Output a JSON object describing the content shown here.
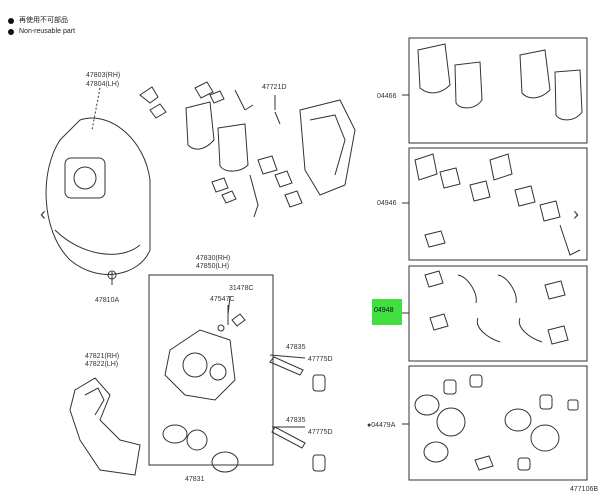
{
  "legend": {
    "item1": "再使用不可部品",
    "item2": "Non-reusable part"
  },
  "nav": {
    "prev_icon": "chevron-left-icon",
    "next_icon": "chevron-right-icon"
  },
  "labels": {
    "p47803": "47803(RH)",
    "p47804": "47804(LH)",
    "p47721": "47721D",
    "p47810": "47810A",
    "p47830": "47830(RH)",
    "p47850": "47850(LH)",
    "p31478": "31478C",
    "p47547": "47547C",
    "p47821": "47821(RH)",
    "p47822": "47822(LH)",
    "p47835a": "47835",
    "p47775a": "47775D",
    "p47835b": "47835",
    "p47775b": "47775D",
    "p47831": "47831",
    "k04466": "04466",
    "k04946": "04946",
    "k04948": "04948",
    "k04479": "●04479A"
  },
  "reference": "477106B",
  "colors": {
    "highlight": "#3fe03f",
    "line": "#333333"
  }
}
